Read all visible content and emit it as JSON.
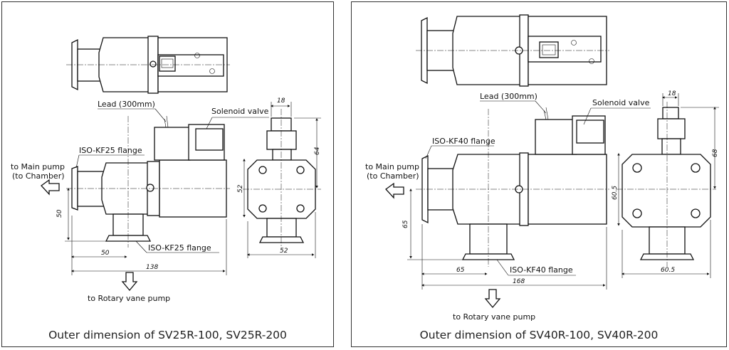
{
  "left": {
    "caption": "Outer dimension of SV25R-100, SV25R-200",
    "labels": {
      "lead": "Lead (300mm)",
      "solenoid": "Solenoid valve",
      "flange_top": "ISO-KF25 flange",
      "main_pump_1": "to Main pump",
      "main_pump_2": "(to Chamber)",
      "flange_bottom": "ISO-KF25 flange",
      "rotary": "to Rotary vane pump"
    },
    "dims": {
      "w18": "18",
      "h64": "64",
      "h52": "52",
      "h50": "50",
      "w50": "50",
      "w52": "52",
      "w138": "138"
    }
  },
  "right": {
    "caption": "Outer dimension of SV40R-100, SV40R-200",
    "labels": {
      "lead": "Lead (300mm)",
      "solenoid": "Solenoid valve",
      "flange_top": "ISO-KF40 flange",
      "main_pump_1": "to Main pump",
      "main_pump_2": "(to Chamber)",
      "flange_bottom": "ISO-KF40 flange",
      "rotary": "to Rotary vane pump"
    },
    "dims": {
      "w18": "18",
      "h68": "68",
      "h605": "60.5",
      "h65": "65",
      "w65": "65",
      "w605": "60.5",
      "w168": "168"
    }
  }
}
